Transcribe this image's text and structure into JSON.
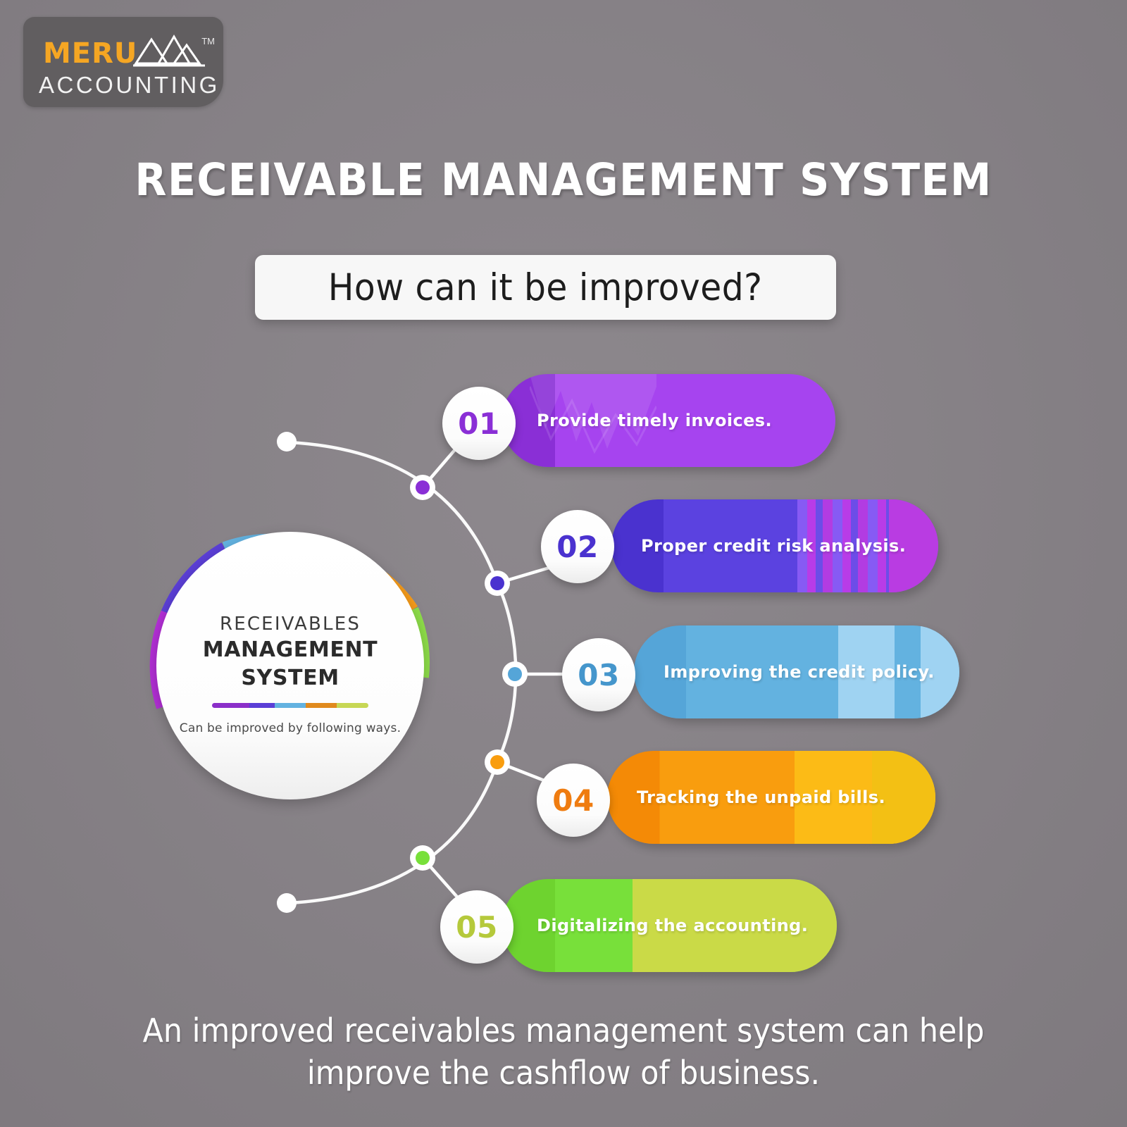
{
  "background_color": "#858085",
  "logo": {
    "name": "meru-accounting-logo",
    "primary": "MERU",
    "secondary": "ACCOUNTING",
    "trademark": "TM",
    "primary_color": "#f5a623",
    "secondary_color": "#f2f2f2",
    "badge_color": "#615e60"
  },
  "headline": "RECEIVABLE MANAGEMENT SYSTEM",
  "subtitle": "How can it be improved?",
  "hub": {
    "line1": "RECEIVABLES",
    "line2": "MANAGEMENT SYSTEM",
    "subtext": "Can be improved by following ways.",
    "divider_colors": [
      "#8b2fc9",
      "#5b3fd6",
      "#63b2e0",
      "#e08a1e",
      "#c7d755"
    ],
    "ring_colors": [
      "#b32fd6",
      "#5b3fd6",
      "#63b2e0",
      "#f59b1a",
      "#8ede4a"
    ]
  },
  "steps": [
    {
      "number": "01",
      "label": "Provide timely invoices.",
      "color": "#a644ef",
      "color_dark": "#8a2fd6",
      "number_color": "#8a2fd6",
      "node_color": "#8a2fd6"
    },
    {
      "number": "02",
      "label": "Proper credit risk analysis.",
      "color": "#5b42e0",
      "color_dark": "#4a32cf",
      "number_color": "#4a32cf",
      "node_color": "#4a32cf"
    },
    {
      "number": "03",
      "label": "Improving the credit policy.",
      "color": "#63b2e0",
      "color_dark": "#55a5d8",
      "number_color": "#4596cc",
      "node_color": "#55a5d8"
    },
    {
      "number": "04",
      "label": "Tracking the unpaid bills.",
      "color": "#f99d0e",
      "color_dark": "#f48a06",
      "number_color": "#ef7c10",
      "node_color": "#f99d0e"
    },
    {
      "number": "05",
      "label": "Digitalizing the accounting.",
      "color": "#78e03a",
      "color_dark": "#6ed32f",
      "number_color": "#b5c93b",
      "node_color": "#78e03a"
    }
  ],
  "caption": "An improved receivables management system can help improve the cashflow of business."
}
